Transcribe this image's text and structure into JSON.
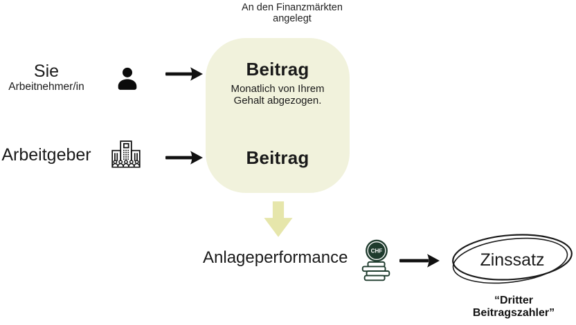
{
  "colors": {
    "box_bg": "#f1f2dc",
    "down_arrow": "#e6e6ab",
    "coin_green": "#1e3b2d",
    "ink": "#1a1a1a"
  },
  "top_note": {
    "text": "An den Finanzmärkten angelegt"
  },
  "actors": {
    "employee": {
      "title": "Sie",
      "subtitle": "Arbeitnehmer/in"
    },
    "employer": {
      "title": "Arbeitgeber"
    }
  },
  "contribution_box": {
    "employee_contribution": "Beitrag",
    "employee_note": "Monatlich von Ihrem Gehalt abgezogen.",
    "employer_contribution": "Beitrag"
  },
  "performance": {
    "label": "Anlageperformance",
    "coin_text": "CHF"
  },
  "result": {
    "highlight": "Zinssatz",
    "caption": "“Dritter Beitragszahler”"
  }
}
